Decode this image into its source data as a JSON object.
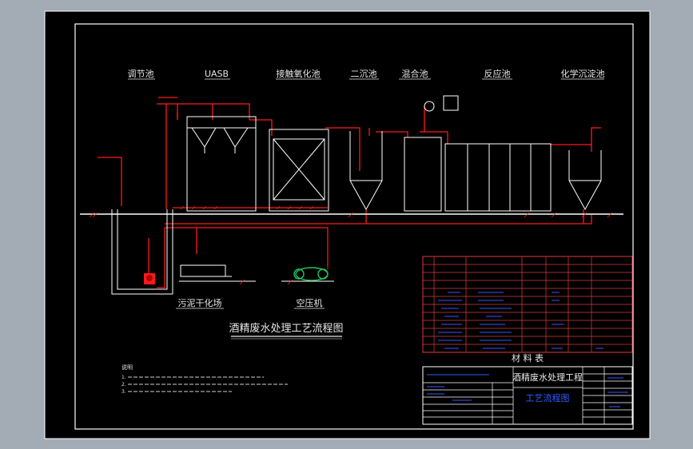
{
  "drawing": {
    "title": "酒精废水处理工艺流程图",
    "units": [
      {
        "key": "u1",
        "label": "调节池"
      },
      {
        "key": "u2",
        "label": "UASB"
      },
      {
        "key": "u3",
        "label": "接触氧化池"
      },
      {
        "key": "u4",
        "label": "二沉池"
      },
      {
        "key": "u5",
        "label": "混合池"
      },
      {
        "key": "u6",
        "label": "反应池"
      },
      {
        "key": "u7",
        "label": "化学沉淀池"
      }
    ],
    "lower_units": {
      "sludge_yard": "污泥干化场",
      "compressor": "空压机"
    },
    "notes": {
      "heading": "说明",
      "lines": [
        "1.",
        "2.",
        "3."
      ]
    }
  },
  "materials_table": {
    "caption": "材 料 表"
  },
  "title_block": {
    "project": "酒精废水处理工程",
    "drawing_name": "工艺流程图"
  },
  "colors": {
    "background": "#000000",
    "frame": "#ffffff",
    "pipe": "#ff1a1a",
    "structure": "#ffffff",
    "label": "#e6e6e6",
    "table_line": "#e23a3a",
    "table_text": "#2f5bff",
    "compressor": "#22c55e",
    "viewport": "#a3abb5"
  }
}
